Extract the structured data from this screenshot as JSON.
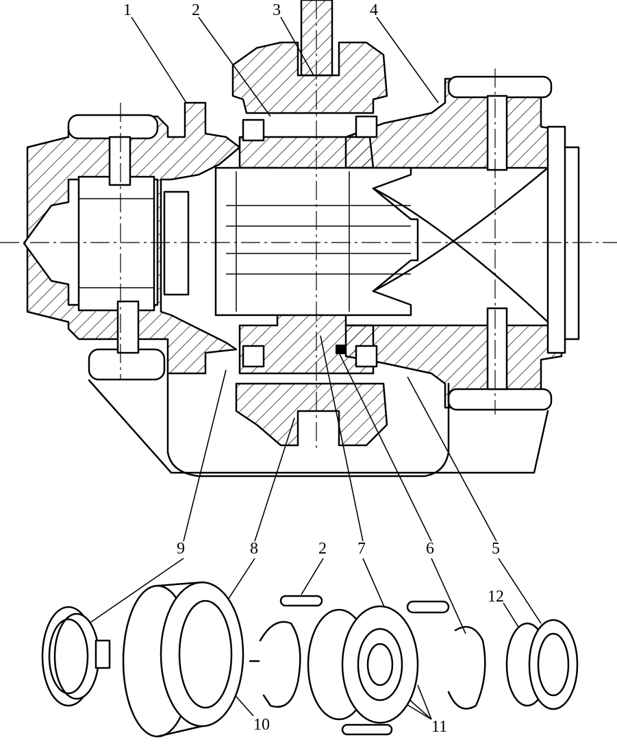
{
  "figure": {
    "callouts_top": [
      "1",
      "2",
      "3",
      "4"
    ],
    "callouts_section_bottom": [
      "9",
      "8",
      "7",
      "6",
      "5"
    ],
    "callouts_exploded_top": [
      "9",
      "8",
      "2",
      "7",
      "6",
      "5",
      "12"
    ],
    "callouts_exploded_bottom": [
      "10",
      "11"
    ]
  }
}
